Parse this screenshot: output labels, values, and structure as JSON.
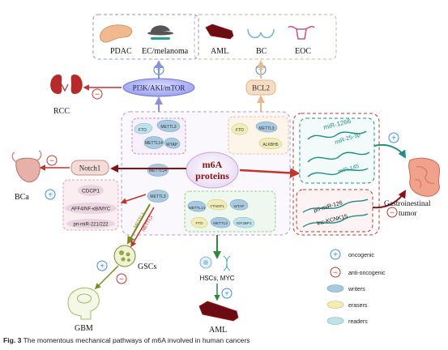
{
  "cancers": {
    "pdac": "PDAC",
    "ec_melanoma": "EC/melanoma",
    "aml_top": "AML",
    "bc": "BC",
    "eoc": "EOC",
    "rcc": "RCC",
    "bca": "BCa",
    "gbm": "GBM",
    "gsc": "GSCs",
    "aml_bottom": "AML",
    "gastro_line1": "Gastroinestinal",
    "gastro_line2": "tumor"
  },
  "pathways": {
    "pi3k": "PI3K/AKI/mTOR",
    "bcl2": "BCL2",
    "notch1": "Notch1",
    "center_line1": "m6A",
    "center_line2": "proteins",
    "cdcp1": "CDCP1",
    "aff4": "AFF4/NF-κB/MYC",
    "pri_mir": "pri-miR-221/222",
    "hscs": "HSCs, MYC"
  },
  "proteins": {
    "fto": "FTO",
    "mettl3": "METTL3",
    "mettl14": "METTL14",
    "wtap": "WTAP",
    "alkbh5": "ALKBH5",
    "ythdf1": "YTHDF1",
    "igf2bp1": "IGF2BP1"
  },
  "edge_labels": {
    "mettl3_a": "METTL3",
    "mettl3_b": "METTL3"
  },
  "rnas": {
    "mir1266": "miR-1266",
    "mir253p": "miR-25-3p",
    "mir145": "miR-145",
    "mir126": "pri-miR-126",
    "kcnk15": "lnc-KCNK15"
  },
  "legend": {
    "oncogenic": "oncogenic",
    "anti_oncogenic": "anti-oncogenic",
    "writers": "writers",
    "erasers": "erasers",
    "readers": "readers"
  },
  "signs": {
    "plus": "+",
    "minus": "−"
  },
  "caption": {
    "label": "Fig. 3",
    "text": " The momentous mechanical pathways of m6A involved in human cancers"
  },
  "colors": {
    "writer": "#a9c9e0",
    "eraser": "#f2ecb8",
    "reader": "#bfe1ea",
    "oncogenic": "#3a8ed8",
    "anti_oncogenic": "#c2342d",
    "pathway_fill": "#9fa5ec",
    "bcl2_fill": "#f5dcc2",
    "teal": "#1f8f86",
    "dark_red": "#8a1018"
  }
}
